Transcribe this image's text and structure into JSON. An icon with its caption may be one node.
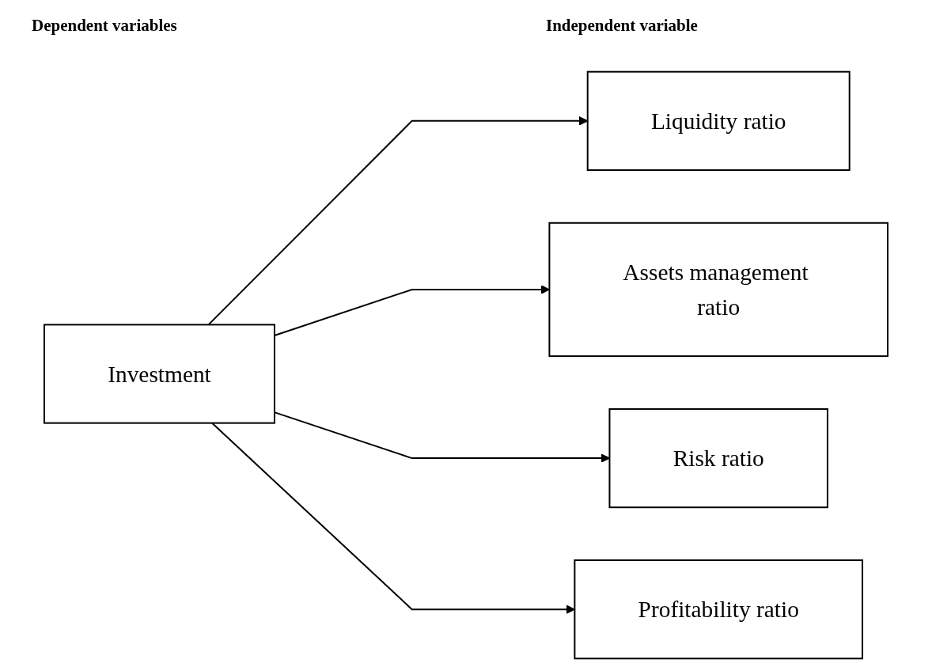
{
  "diagram": {
    "nodes": [
      {
        "text": [
          "Investment"
        ]
      },
      {
        "text": [
          "Liquidity ratio"
        ]
      },
      {
        "text": [
          "Assets management ratio"
        ]
      },
      {
        "text": [
          "Risk ratio"
        ]
      },
      {
        "text": [
          "Profitability ratio"
        ]
      }
    ],
    "edges": [
      {
        "from": 0,
        "to": 1,
        "arrow": "to"
      },
      {
        "from": 0,
        "to": 2,
        "arrow": "to"
      },
      {
        "from": 0,
        "to": 3,
        "arrow": "to"
      },
      {
        "from": 0,
        "to": 4,
        "arrow": "to"
      }
    ],
    "labels": [
      "Dependent variables",
      "Independent variable"
    ]
  }
}
